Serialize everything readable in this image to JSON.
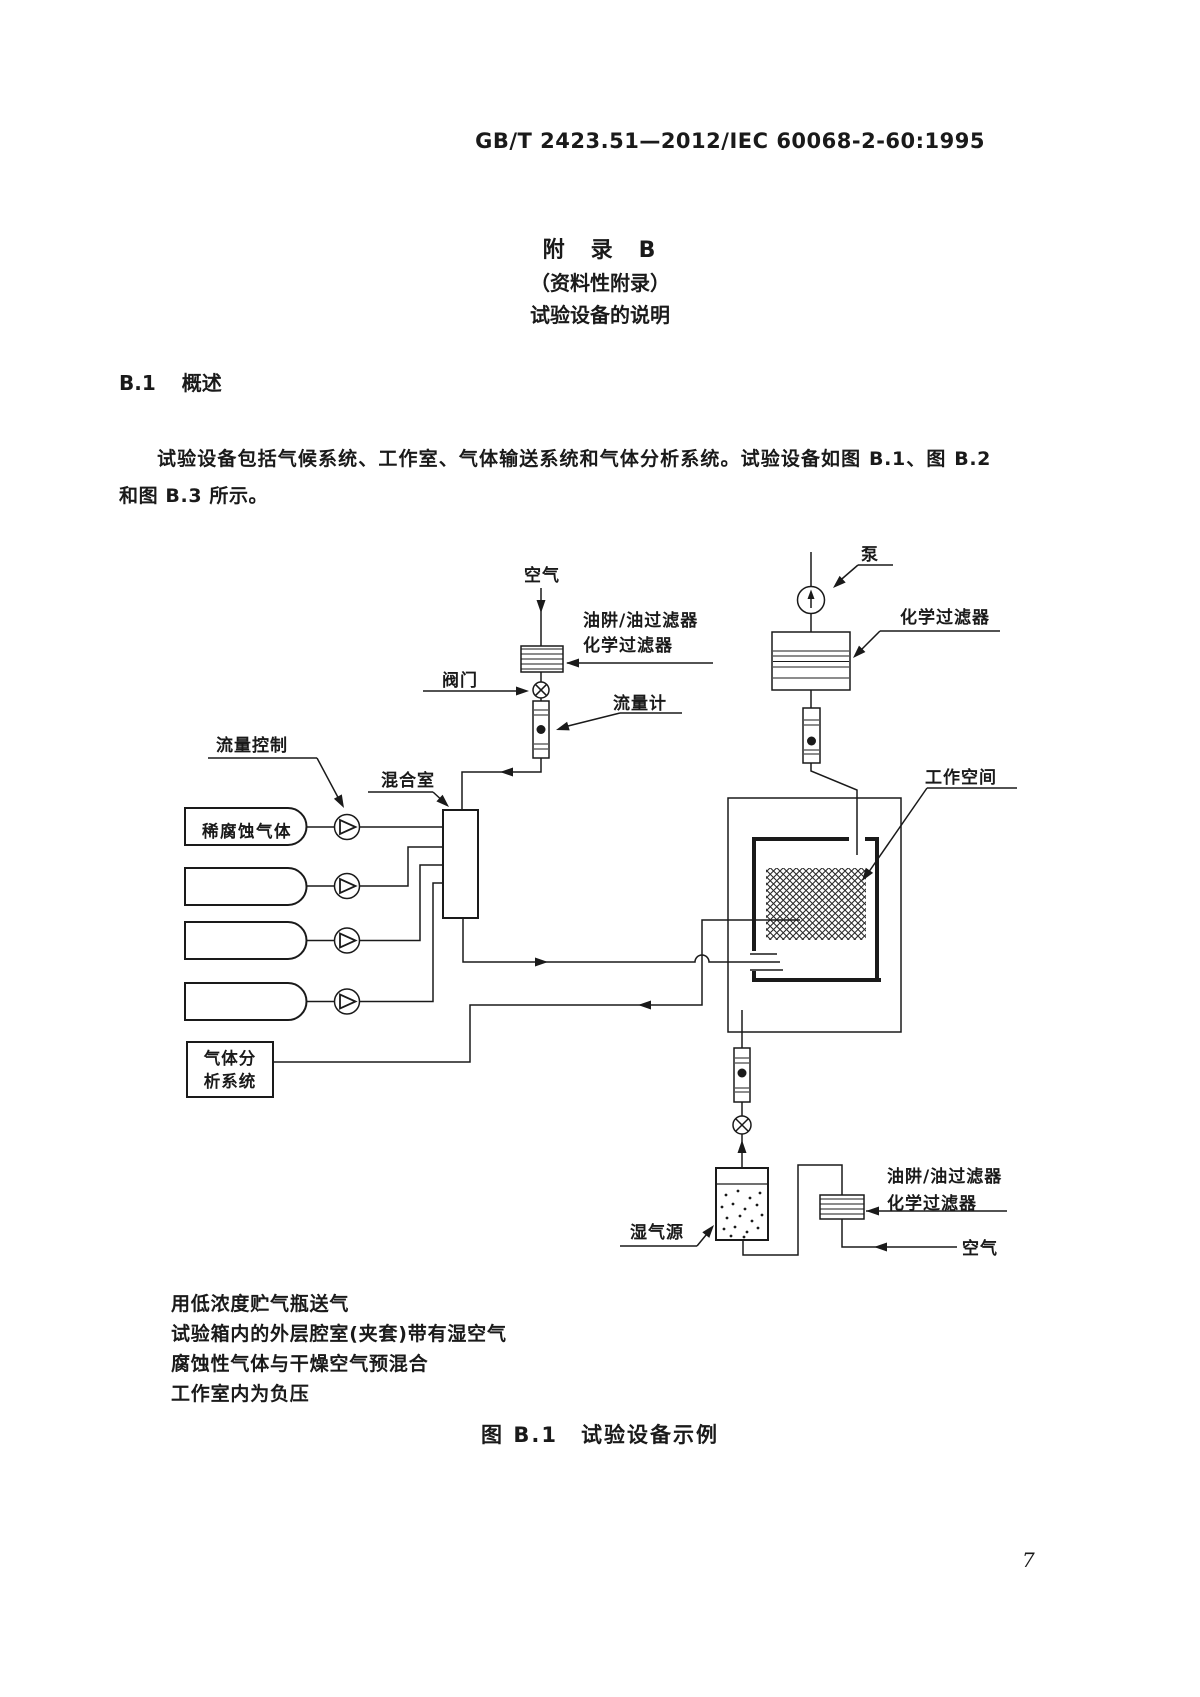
{
  "header": {
    "standard_code": "GB/T 2423.51—2012/IEC 60068-2-60:1995"
  },
  "appendix": {
    "title": "附　录　B",
    "type_note": "（资料性附录）",
    "subtitle": "试验设备的说明"
  },
  "section": {
    "number": "B.1",
    "title": "概述"
  },
  "body": {
    "paragraph": "试验设备包括气候系统、工作室、气体输送系统和气体分析系统。试验设备如图 B.1、图 B.2 和图 B.3 所示。"
  },
  "diagram": {
    "labels": {
      "air_top": "空气",
      "pump": "泵",
      "oil_trap_filter_top_line1": "油阱/油过滤器",
      "oil_trap_filter_top_line2": "化学过滤器",
      "chemical_filter": "化学过滤器",
      "valve": "阀门",
      "flow_meter": "流量计",
      "flow_control": "流量控制",
      "mixing_chamber": "混合室",
      "working_space": "工作空间",
      "dilute_corrosive_gas": "稀腐蚀气体",
      "gas_analysis_line1": "气体分",
      "gas_analysis_line2": "析系统",
      "humid_gas_source": "湿气源",
      "oil_trap_filter_bottom_line1": "油阱/油过滤器",
      "oil_trap_filter_bottom_line2": "化学过滤器",
      "air_bottom": "空气"
    },
    "notes": [
      "用低浓度贮气瓶送气",
      "试验箱内的外层腔室(夹套)带有湿空气",
      "腐蚀性气体与干燥空气预混合",
      "工作室内为负压"
    ]
  },
  "figure": {
    "caption": "图 B.1　试验设备示例"
  },
  "footer": {
    "page_number": "7"
  },
  "colors": {
    "ink": "#1a1a1a",
    "paper": "#ffffff"
  }
}
